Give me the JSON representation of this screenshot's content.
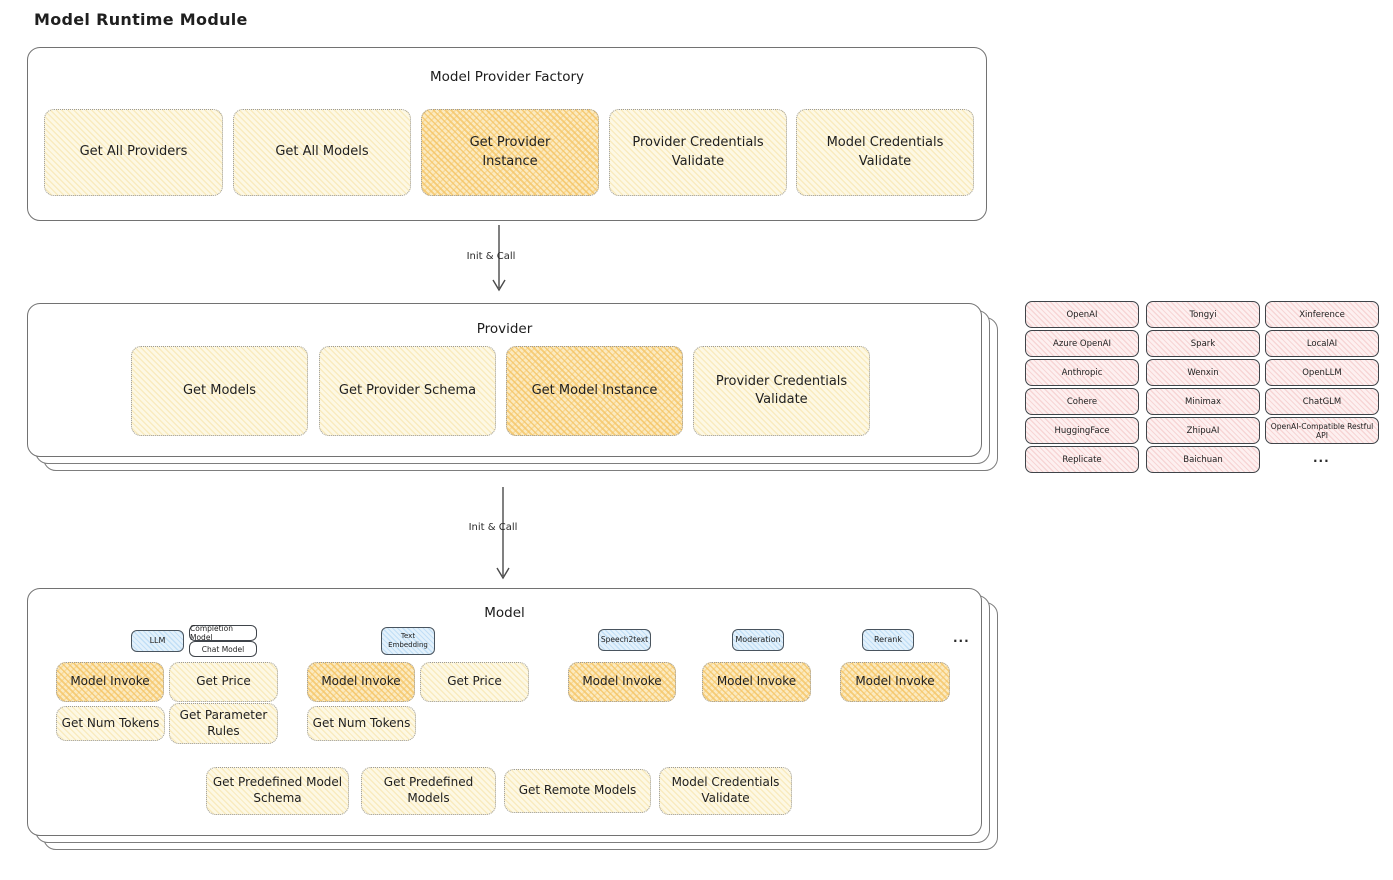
{
  "title": "Model Runtime Module",
  "arrow1": {
    "label": "Init & Call"
  },
  "arrow2": {
    "label": "Init & Call"
  },
  "factory": {
    "title": "Model Provider Factory",
    "items": [
      {
        "label": "Get All Providers"
      },
      {
        "label": "Get All Models"
      },
      {
        "label": "Get Provider\nInstance"
      },
      {
        "label": "Provider Credentials\nValidate"
      },
      {
        "label": "Model Credentials\nValidate"
      }
    ]
  },
  "provider": {
    "title": "Provider",
    "items": [
      {
        "label": "Get Models"
      },
      {
        "label": "Get Provider Schema"
      },
      {
        "label": "Get Model Instance"
      },
      {
        "label": "Provider Credentials\nValidate"
      }
    ]
  },
  "providers_grid": {
    "col1": [
      "OpenAI",
      "Azure OpenAI",
      "Anthropic",
      "Cohere",
      "HuggingFace",
      "Replicate"
    ],
    "col2": [
      "Tongyi",
      "Spark",
      "Wenxin",
      "Minimax",
      "ZhipuAI",
      "Baichuan"
    ],
    "col3": [
      "Xinference",
      "LocalAI",
      "OpenLLM",
      "ChatGLM",
      "OpenAI-Compatible Restful API"
    ],
    "more": "..."
  },
  "model": {
    "title": "Model",
    "tags": {
      "llm": "LLM",
      "completion": "Completion Model",
      "chat": "Chat Model",
      "text_embedding": "Text\nEmbedding",
      "speech2text": "Speech2text",
      "moderation": "Moderation",
      "rerank": "Rerank",
      "more": "..."
    },
    "boxes": {
      "llm_invoke": "Model Invoke",
      "llm_get_price": "Get Price",
      "llm_get_num_tokens": "Get Num Tokens",
      "llm_get_parameter_rules": "Get Parameter\nRules",
      "emb_invoke": "Model Invoke",
      "emb_get_price": "Get Price",
      "emb_get_num_tokens": "Get Num Tokens",
      "s2t_invoke": "Model Invoke",
      "mod_invoke": "Model Invoke",
      "rerank_invoke": "Model Invoke",
      "get_predefined_model_schema": "Get Predefined Model\nSchema",
      "get_predefined_models": "Get Predefined\nModels",
      "get_remote_models": "Get Remote Models",
      "model_credentials_validate": "Model Credentials\nValidate"
    }
  },
  "colors": {
    "highlight_fill": "#f5c668",
    "pale_fill": "#fdf8e4",
    "pink_fill": "#fdf0f0",
    "blue_fill": "#e3f1fb",
    "border": "#727272"
  }
}
